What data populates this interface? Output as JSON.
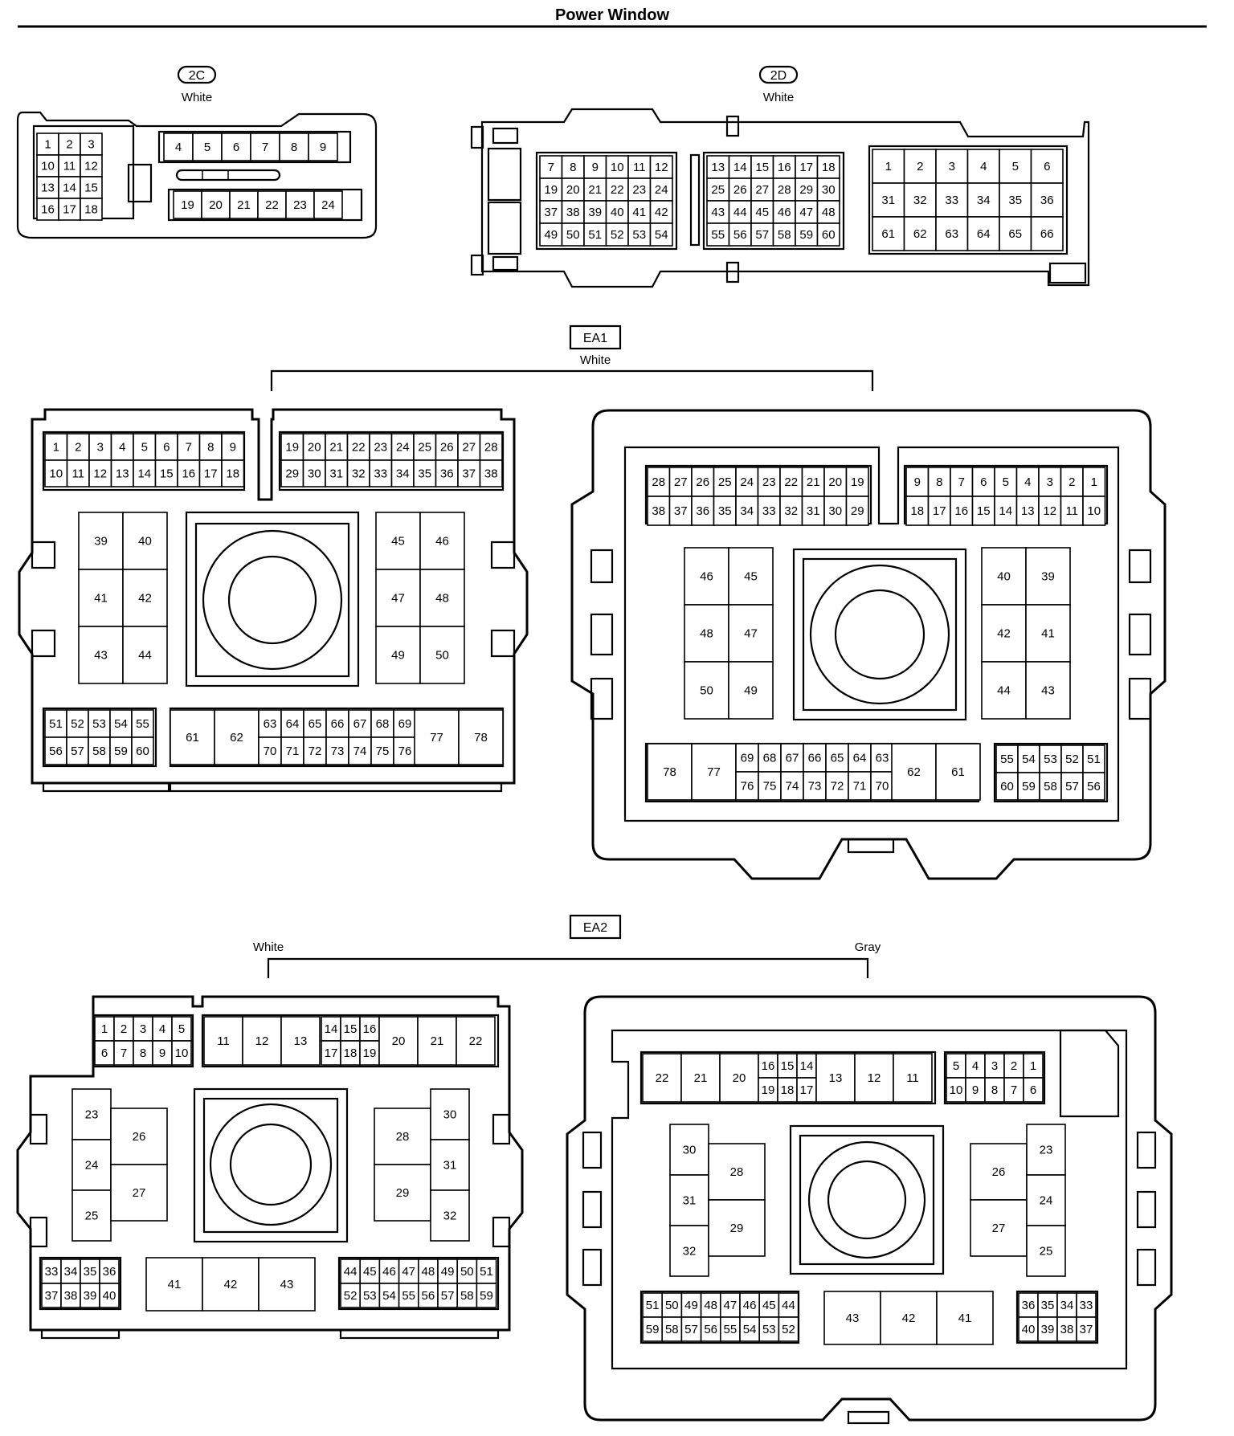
{
  "page_title": "Power Window",
  "connectors": {
    "c2c": {
      "tag": "2C",
      "color_label": "White",
      "rows": [
        [
          "1",
          "2",
          "3"
        ],
        [
          "10",
          "11",
          "12"
        ],
        [
          "13",
          "14",
          "15"
        ],
        [
          "16",
          "17",
          "18"
        ],
        [
          "4",
          "5",
          "6",
          "7",
          "8",
          "9"
        ],
        [
          "19",
          "20",
          "21",
          "22",
          "23",
          "24"
        ]
      ]
    },
    "c2d": {
      "tag": "2D",
      "color_label": "White",
      "rows": [
        [
          "7",
          "8",
          "9",
          "10",
          "11",
          "12"
        ],
        [
          "19",
          "20",
          "21",
          "22",
          "23",
          "24"
        ],
        [
          "37",
          "38",
          "39",
          "40",
          "41",
          "42"
        ],
        [
          "49",
          "50",
          "51",
          "52",
          "53",
          "54"
        ],
        [
          "13",
          "14",
          "15",
          "16",
          "17",
          "18"
        ],
        [
          "25",
          "26",
          "27",
          "28",
          "29",
          "30"
        ],
        [
          "43",
          "44",
          "45",
          "46",
          "47",
          "48"
        ],
        [
          "55",
          "56",
          "57",
          "58",
          "59",
          "60"
        ],
        [
          "1",
          "2",
          "3",
          "4",
          "5",
          "6"
        ],
        [
          "31",
          "32",
          "33",
          "34",
          "35",
          "36"
        ],
        [
          "61",
          "62",
          "63",
          "64",
          "65",
          "66"
        ]
      ]
    },
    "ea1": {
      "tag": "EA1",
      "color_label": "White",
      "left_rows": [
        [
          "1",
          "2",
          "3",
          "4",
          "5",
          "6",
          "7",
          "8",
          "9"
        ],
        [
          "10",
          "11",
          "12",
          "13",
          "14",
          "15",
          "16",
          "17",
          "18"
        ],
        [
          "19",
          "20",
          "21",
          "22",
          "23",
          "24",
          "25",
          "26",
          "27",
          "28"
        ],
        [
          "29",
          "30",
          "31",
          "32",
          "33",
          "34",
          "35",
          "36",
          "37",
          "38"
        ],
        [
          "39",
          "40"
        ],
        [
          "41",
          "42"
        ],
        [
          "43",
          "44"
        ],
        [
          "45",
          "46"
        ],
        [
          "47",
          "48"
        ],
        [
          "49",
          "50"
        ],
        [
          "51",
          "52",
          "53",
          "54",
          "55"
        ],
        [
          "56",
          "57",
          "58",
          "59",
          "60"
        ],
        [
          "61",
          "62"
        ],
        [
          "63",
          "64",
          "65",
          "66",
          "67",
          "68",
          "69"
        ],
        [
          "70",
          "71",
          "72",
          "73",
          "74",
          "75",
          "76"
        ],
        [
          "77",
          "78"
        ]
      ],
      "right_rows": [
        [
          "28",
          "27",
          "26",
          "25",
          "24",
          "23",
          "22",
          "21",
          "20",
          "19"
        ],
        [
          "38",
          "37",
          "36",
          "35",
          "34",
          "33",
          "32",
          "31",
          "30",
          "29"
        ],
        [
          "9",
          "8",
          "7",
          "6",
          "5",
          "4",
          "3",
          "2",
          "1"
        ],
        [
          "18",
          "17",
          "16",
          "15",
          "14",
          "13",
          "12",
          "11",
          "10"
        ],
        [
          "46",
          "45"
        ],
        [
          "48",
          "47"
        ],
        [
          "50",
          "49"
        ],
        [
          "40",
          "39"
        ],
        [
          "42",
          "41"
        ],
        [
          "44",
          "43"
        ],
        [
          "78",
          "77"
        ],
        [
          "69",
          "68",
          "67",
          "66",
          "65",
          "64",
          "63"
        ],
        [
          "76",
          "75",
          "74",
          "73",
          "72",
          "71",
          "70"
        ],
        [
          "62",
          "61"
        ],
        [
          "55",
          "54",
          "53",
          "52",
          "51"
        ],
        [
          "60",
          "59",
          "58",
          "57",
          "56"
        ]
      ]
    },
    "ea2": {
      "tag": "EA2",
      "left_color_label": "White",
      "right_color_label": "Gray",
      "left_rows": [
        [
          "1",
          "2",
          "3",
          "4",
          "5"
        ],
        [
          "6",
          "7",
          "8",
          "9",
          "10"
        ],
        [
          "11",
          "12",
          "13"
        ],
        [
          "14",
          "15",
          "16"
        ],
        [
          "17",
          "18",
          "19"
        ],
        [
          "20",
          "21",
          "22"
        ],
        [
          "23",
          "24",
          "25"
        ],
        [
          "26",
          "27"
        ],
        [
          "28",
          "29"
        ],
        [
          "30",
          "31",
          "32"
        ],
        [
          "33",
          "34",
          "35",
          "36"
        ],
        [
          "37",
          "38",
          "39",
          "40"
        ],
        [
          "41",
          "42",
          "43"
        ],
        [
          "44",
          "45",
          "46",
          "47",
          "48",
          "49",
          "50",
          "51"
        ],
        [
          "52",
          "53",
          "54",
          "55",
          "56",
          "57",
          "58",
          "59"
        ]
      ],
      "right_rows": [
        [
          "22",
          "21",
          "20"
        ],
        [
          "16",
          "15",
          "14"
        ],
        [
          "19",
          "18",
          "17"
        ],
        [
          "13",
          "12",
          "11"
        ],
        [
          "5",
          "4",
          "3",
          "2",
          "1"
        ],
        [
          "10",
          "9",
          "8",
          "7",
          "6"
        ],
        [
          "30",
          "31",
          "32"
        ],
        [
          "28",
          "29"
        ],
        [
          "26",
          "27"
        ],
        [
          "23",
          "24",
          "25"
        ],
        [
          "51",
          "50",
          "49",
          "48",
          "47",
          "46",
          "45",
          "44"
        ],
        [
          "59",
          "58",
          "57",
          "56",
          "55",
          "54",
          "53",
          "52"
        ],
        [
          "43",
          "42",
          "41"
        ],
        [
          "36",
          "35",
          "34",
          "33"
        ],
        [
          "40",
          "39",
          "38",
          "37"
        ]
      ]
    }
  }
}
